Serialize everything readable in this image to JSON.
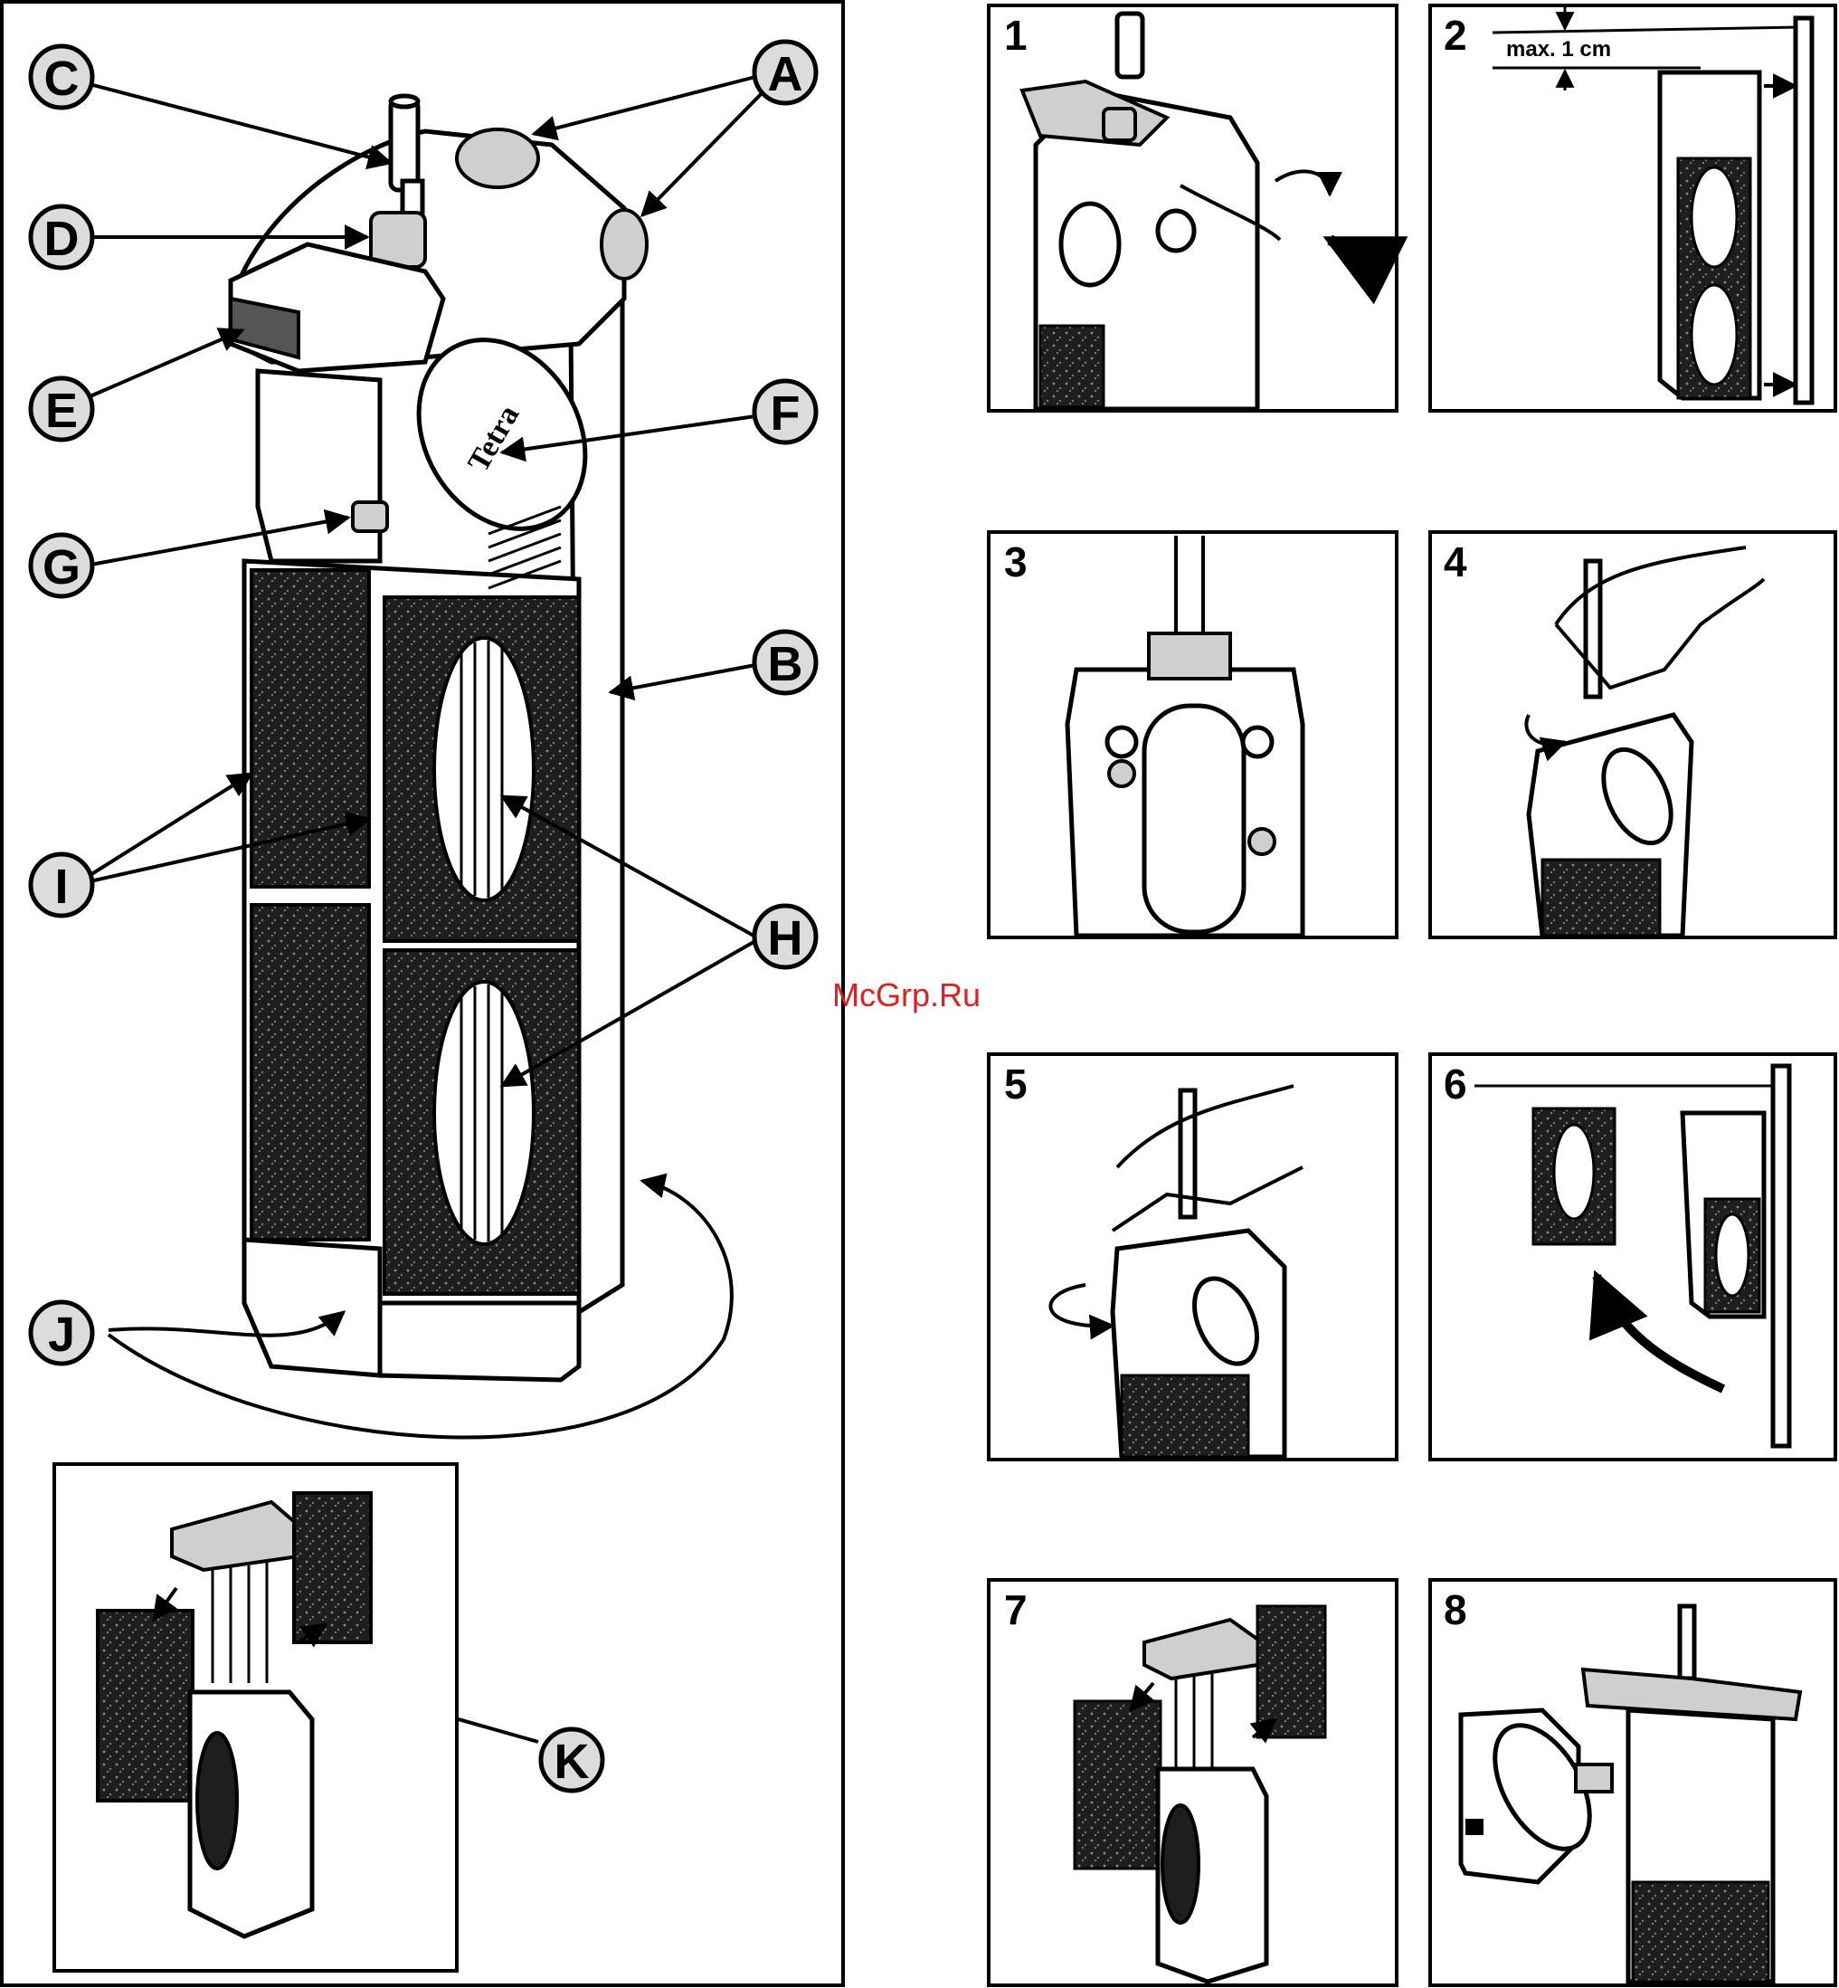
{
  "labels": {
    "A": "A",
    "B": "B",
    "C": "C",
    "D": "D",
    "E": "E",
    "F": "F",
    "G": "G",
    "H": "H",
    "I": "I",
    "J": "J",
    "K": "K"
  },
  "steps": [
    "1",
    "2",
    "3",
    "4",
    "5",
    "6",
    "7",
    "8"
  ],
  "step2_note": "max. 1 cm",
  "brand_logo": "Tetra",
  "watermark": "McGrp.Ru",
  "colors": {
    "line": "#000000",
    "label_fill": "#dcdcdc",
    "foam": "#1e1e1e",
    "watermark": "#e02020"
  }
}
